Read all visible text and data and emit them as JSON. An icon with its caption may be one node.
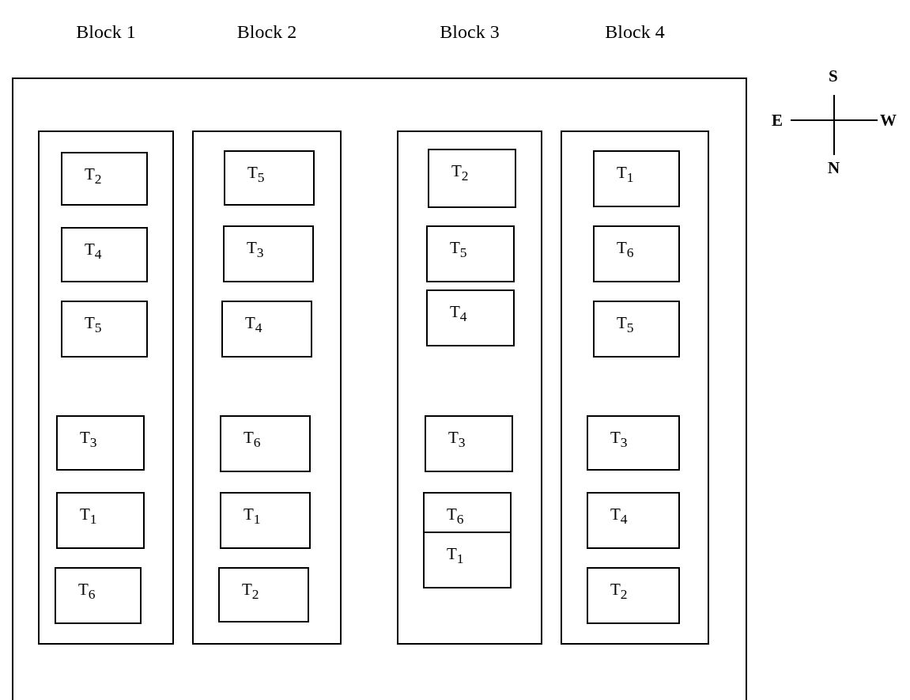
{
  "diagram": {
    "nodes": [
      {
        "text": [],
        "shape": "box"
      },
      {
        "text": [
          "Block 1"
        ],
        "in": 0
      },
      {
        "text": [
          "T$_{2}$"
        ],
        "in": 1
      },
      {
        "text": [
          "T$_{4}$"
        ],
        "in": 1
      },
      {
        "text": [
          "T$_{5}$"
        ],
        "in": 1
      },
      {
        "text": [
          "T$_{3}$"
        ],
        "in": 1
      },
      {
        "text": [
          "T$_{1}$"
        ],
        "in": 1
      },
      {
        "text": [
          "T$_{6}$"
        ],
        "in": 1
      },
      {
        "text": [
          "Block 2"
        ],
        "in": 0
      },
      {
        "text": [
          "T$_{5}$"
        ],
        "in": 8
      },
      {
        "text": [
          "T$_{3}$"
        ],
        "in": 8
      },
      {
        "text": [
          "T$_{4}$"
        ],
        "in": 8
      },
      {
        "text": [
          "T$_{6}$"
        ],
        "in": 8
      },
      {
        "text": [
          "T$_{1}$"
        ],
        "in": 8
      },
      {
        "text": [
          "T$_{2}$"
        ],
        "in": 8
      },
      {
        "text": [
          "Block 3"
        ],
        "in": 0
      },
      {
        "text": [
          "T$_{2}$"
        ],
        "in": 15
      },
      {
        "text": [
          "T$_{5}$"
        ],
        "in": 15
      },
      {
        "text": [
          "T$_{4}$"
        ],
        "in": 15
      },
      {
        "text": [
          "T$_{3}$"
        ],
        "in": 15
      },
      {
        "text": [
          "T$_{6}$"
        ],
        "in": 15
      },
      {
        "text": [
          "T$_{1}$"
        ],
        "in": 15
      },
      {
        "text": [
          "Block 4"
        ],
        "in": 0
      },
      {
        "text": [
          "T$_{1}$"
        ],
        "in": 22
      },
      {
        "text": [
          "T$_{6}$"
        ],
        "in": 22
      },
      {
        "text": [
          "T$_{5}$"
        ],
        "in": 22
      },
      {
        "text": [
          "T$_{3}$"
        ],
        "in": 22
      },
      {
        "text": [
          "T$_{4}$"
        ],
        "in": 22
      },
      {
        "text": [
          "T$_{2}$"
        ],
        "in": 22
      }
    ],
    "labels": [
      "S",
      "E",
      "W",
      "N"
    ]
  }
}
